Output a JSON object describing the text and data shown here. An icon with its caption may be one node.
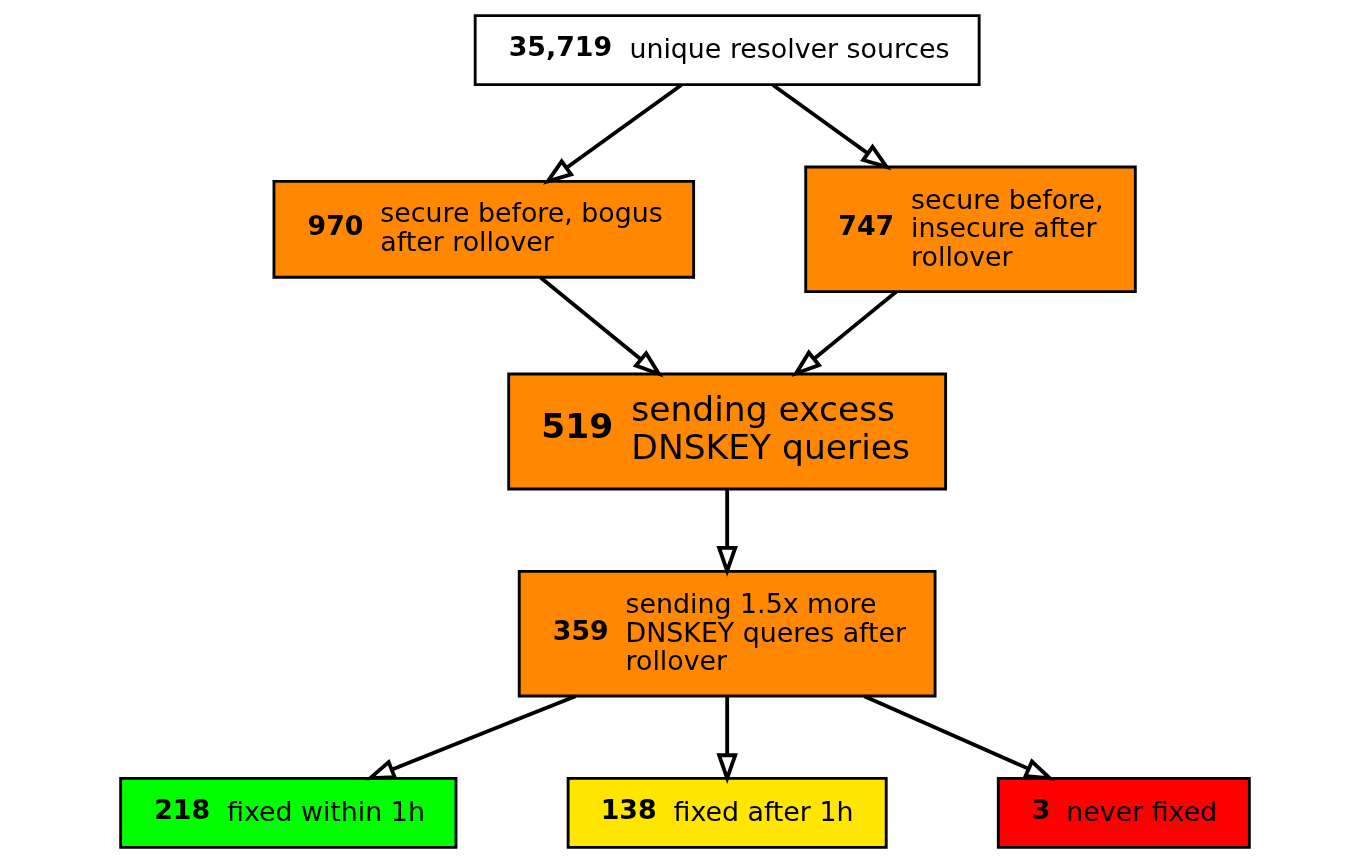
{
  "diagram": {
    "nodes": [
      {
        "text": [
          "35,719",
          "unique resolver sources"
        ]
      },
      {
        "text": [
          "970",
          "secure before, bogus after rollover"
        ]
      },
      {
        "text": [
          "747",
          "secure before, insecure after rollover"
        ]
      },
      {
        "text": [
          "519",
          "sending excess DNSKEY queries"
        ]
      },
      {
        "text": [
          "359",
          "sending 1.5x more DNSKEY queres after rollover"
        ]
      },
      {
        "text": [
          "218",
          "fixed within 1h"
        ]
      },
      {
        "text": [
          "138",
          "fixed after 1h"
        ]
      },
      {
        "text": [
          "3",
          "never fixed"
        ]
      }
    ],
    "edges": [
      {
        "from": 0,
        "to": 1,
        "arrow": "to"
      },
      {
        "from": 0,
        "to": 2,
        "arrow": "to"
      },
      {
        "from": 1,
        "to": 3,
        "arrow": "to"
      },
      {
        "from": 2,
        "to": 3,
        "arrow": "to"
      },
      {
        "from": 3,
        "to": 4,
        "arrow": "to"
      },
      {
        "from": 4,
        "to": 5,
        "arrow": "to"
      },
      {
        "from": 4,
        "to": 6,
        "arrow": "to"
      },
      {
        "from": 4,
        "to": 7,
        "arrow": "to"
      }
    ]
  }
}
